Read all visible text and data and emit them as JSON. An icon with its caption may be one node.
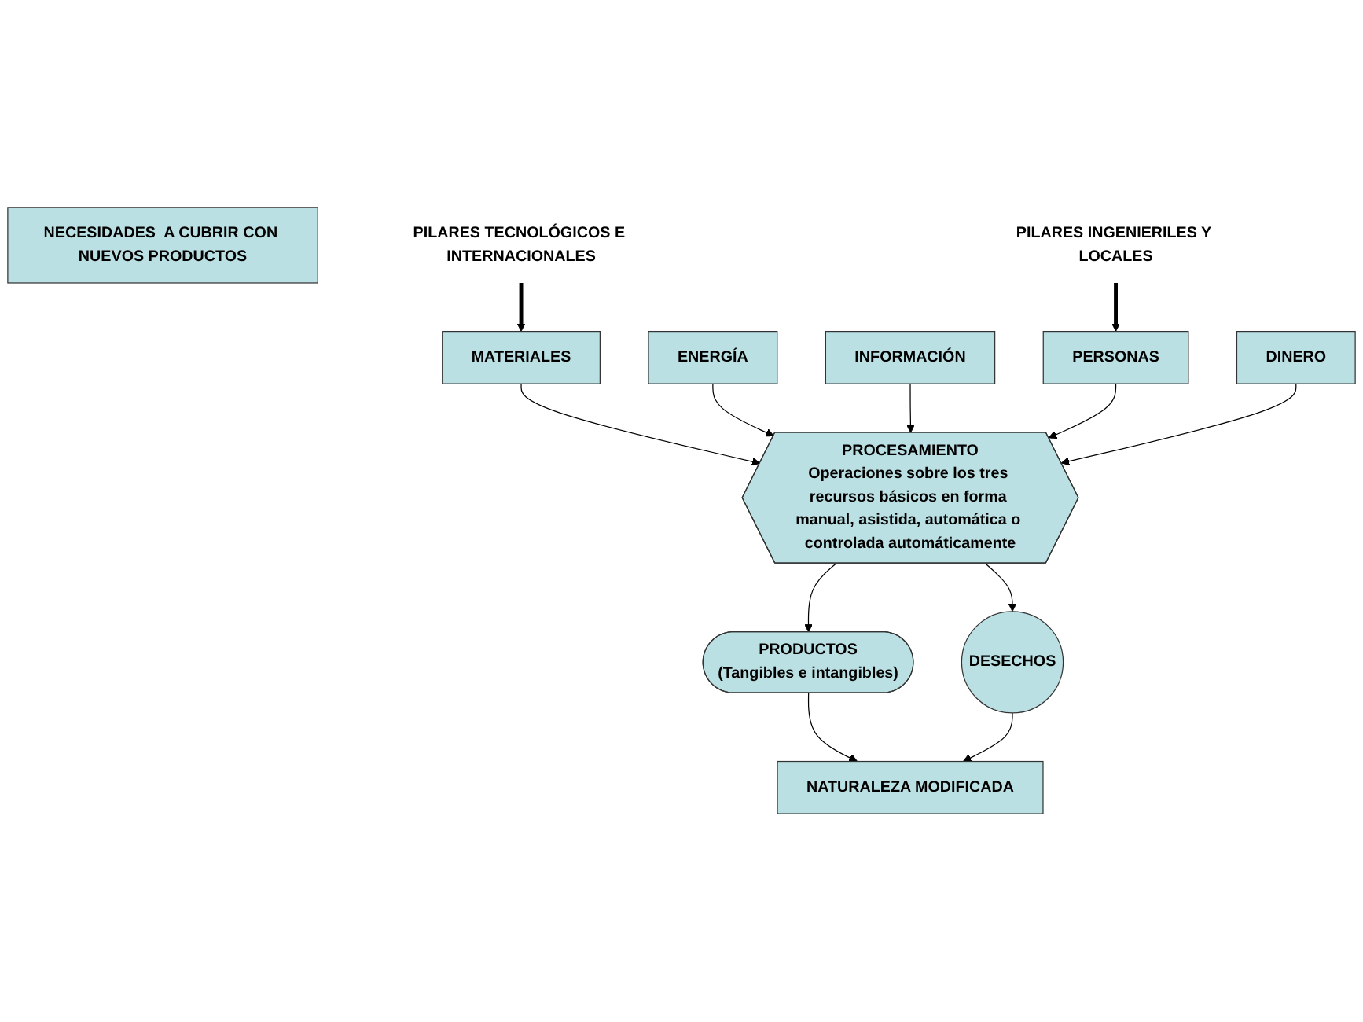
{
  "diagram": {
    "nodes": [
      {
        "text": [
          "NECESIDADES  A CUBRIR CON NUEVOS PRODUCTOS"
        ]
      },
      {
        "text": [
          "PILARES TECNOLÓGICOS E INTERNACIONALES"
        ]
      },
      {
        "text": [
          "MATERIALES"
        ]
      },
      {
        "text": [
          "ENERGÍA"
        ]
      },
      {
        "text": [
          "INFORMACIÓN"
        ]
      },
      {
        "text": [
          "PILARES INGENIERILES Y LOCALES"
        ]
      },
      {
        "text": [
          "PERSONAS"
        ]
      },
      {
        "text": [
          "DINERO"
        ]
      },
      {
        "text": [
          "PROCESAMIENTO",
          "Operaciones sobre los tres recursos básicos en forma manual, asistida, automática o controlada automáticamente"
        ]
      },
      {
        "text": [
          "PRODUCTOS",
          "(Tangibles e intangibles)"
        ]
      },
      {
        "text": [
          "DESECHOS"
        ]
      },
      {
        "text": [
          "NATURALEZA MODIFICADA"
        ]
      }
    ],
    "edges": [
      {
        "from": 1,
        "to": 2,
        "arrow": "to",
        "style": "thick"
      },
      {
        "from": 5,
        "to": 6,
        "arrow": "to",
        "style": "thick"
      },
      {
        "from": 2,
        "to": 8,
        "arrow": "to"
      },
      {
        "from": 3,
        "to": 8,
        "arrow": "to"
      },
      {
        "from": 4,
        "to": 8,
        "arrow": "to"
      },
      {
        "from": 6,
        "to": 8,
        "arrow": "to"
      },
      {
        "from": 7,
        "to": 8,
        "arrow": "to"
      },
      {
        "from": 8,
        "to": 9,
        "arrow": "to"
      },
      {
        "from": 8,
        "to": 10,
        "arrow": "to"
      },
      {
        "from": 9,
        "to": 11,
        "arrow": "to"
      },
      {
        "from": 10,
        "to": 11,
        "arrow": "to"
      }
    ]
  }
}
